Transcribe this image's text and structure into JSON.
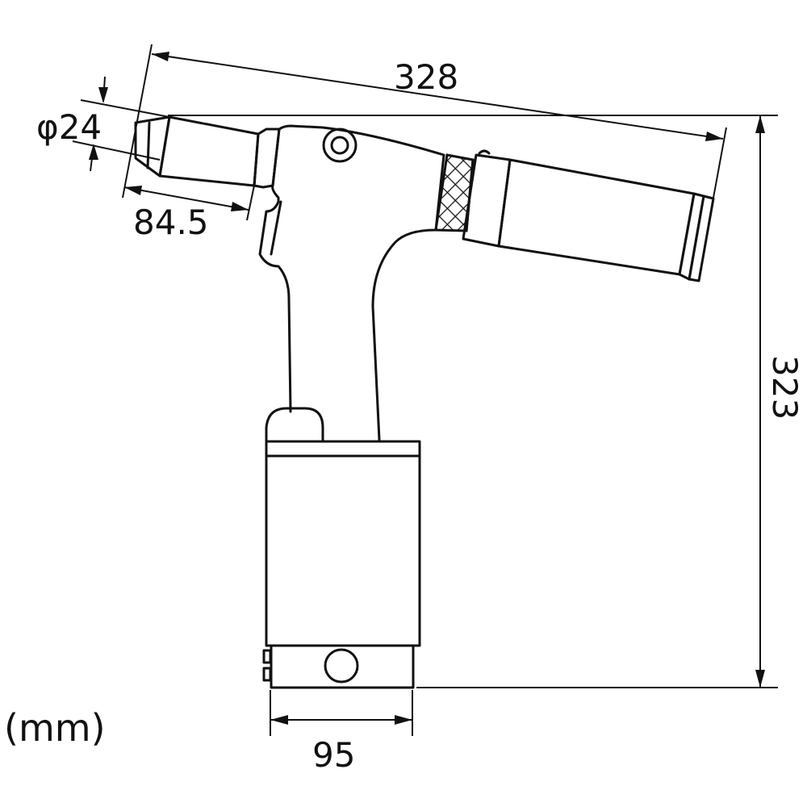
{
  "diagram": {
    "subject": "pneumatic rivet tool side view",
    "unit_label": "(mm)",
    "dimensions": {
      "overall_length": "328",
      "overall_height": "323",
      "nose_diameter": "φ24",
      "nose_length": "84.5",
      "base_width": "95"
    },
    "colors": {
      "line": "#111111",
      "background": "#ffffff"
    }
  }
}
